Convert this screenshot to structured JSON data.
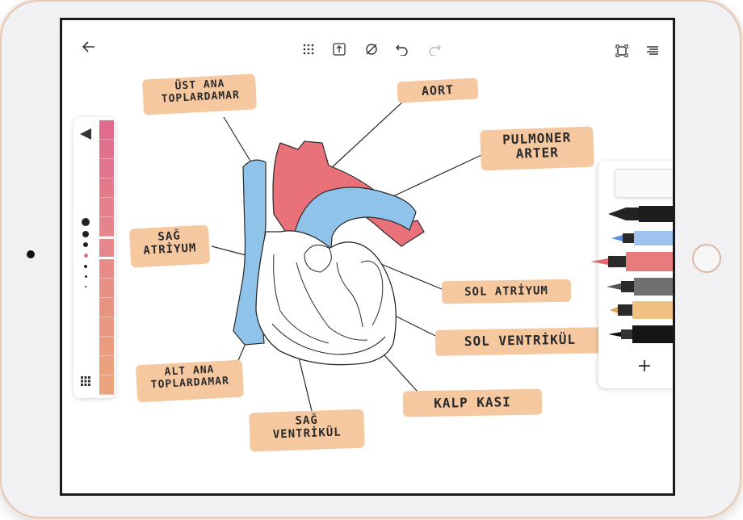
{
  "colors": {
    "label_highlight": "#f5c8a0",
    "vein_blue": "#8fc3ea",
    "artery_red": "#e8717a",
    "palette_pink": "#e06f91",
    "palette_peach": "#eea07d"
  },
  "toolbar": {
    "back_icon": "arrow-left-icon",
    "center_icons": [
      "grid-icon",
      "export-icon",
      "no-filter-icon",
      "undo-icon",
      "redo-icon"
    ],
    "right_icons": [
      "fullscreen-icon",
      "menu-icon"
    ]
  },
  "palette": {
    "selected_index": 6,
    "swatch_count": 14
  },
  "labels": {
    "ust_ana_1": "ÜST ANA",
    "ust_ana_2": "TOPLARDAMAR",
    "aort": "AORT",
    "pulmoner_1": "PULMONER",
    "pulmoner_2": "ARTER",
    "sag_atriyum_1": "SAĞ",
    "sag_atriyum_2": "ATRİYUM",
    "sol_atriyum": "SOL ATRİYUM",
    "sol_ventrikul": "SOL VENTRİKÜL",
    "alt_ana_1": "ALT ANA",
    "alt_ana_2": "TOPLARDAMAR",
    "kalp_kasi": "KALP KASI",
    "sag_ventrikul_1": "SAĞ",
    "sag_ventrikul_2": "VENTRİKÜL"
  },
  "pens": [
    "eraser",
    "fountain-pen",
    "blue-marker",
    "red-marker",
    "gray-marker",
    "orange-marker",
    "black-fineliner"
  ],
  "add_tool_symbol": "+"
}
